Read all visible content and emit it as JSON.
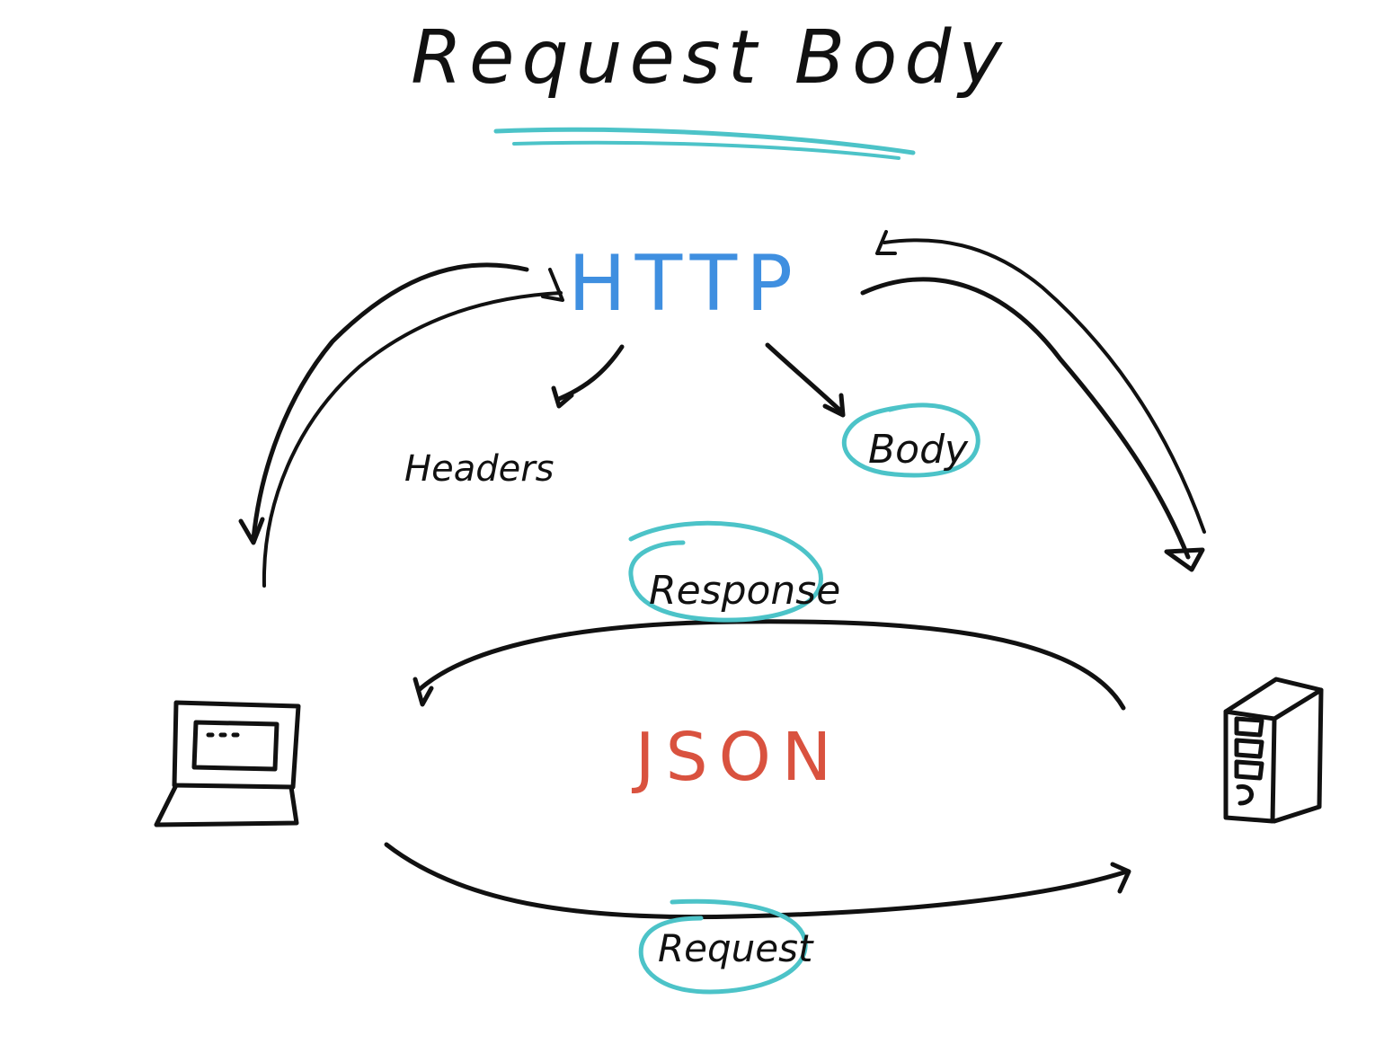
{
  "title": "Request Body",
  "nodes": {
    "http": "HTTP",
    "headers": "Headers",
    "body": "Body",
    "response": "Response",
    "json": "JSON",
    "request": "Request"
  },
  "icons": {
    "client": "laptop-icon",
    "server": "server-tower-icon"
  },
  "colors": {
    "ink": "#111111",
    "highlight": "#4cc3c8",
    "http": "#3f8fe0",
    "json": "#d9523f",
    "background": "#ffffff"
  }
}
